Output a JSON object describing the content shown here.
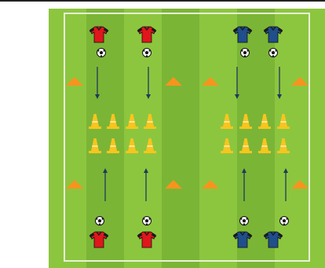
{
  "colors": {
    "pitch_light": "#8cc63f",
    "pitch_dark": "#7bb536",
    "line": "#e8f2d8",
    "team_red": "#e0161c",
    "team_blue": "#1f4f8c",
    "jersey_trim": "#1a1a1a",
    "cone_orange": "#f7941d",
    "cone_yellow": "#f7c51e",
    "arrow": "#1f3a5a"
  },
  "icons": {
    "player": "jersey-icon",
    "ball": "soccer-ball-icon",
    "marker_cone": "flat-cone-icon",
    "tall_cone": "tall-cone-icon",
    "arrow": "arrow-icon"
  },
  "teams": [
    "red",
    "red",
    "blue",
    "blue"
  ],
  "yellow_cone_grid": {
    "groups": 2,
    "rows": 2,
    "columns": 4
  },
  "orange_marker_count": 8,
  "arrows": [
    {
      "team": "red",
      "end": "top",
      "direction": "down"
    },
    {
      "team": "red",
      "end": "top",
      "direction": "down"
    },
    {
      "team": "blue",
      "end": "top",
      "direction": "down"
    },
    {
      "team": "blue",
      "end": "top",
      "direction": "down"
    },
    {
      "team": "red",
      "end": "bottom",
      "direction": "up"
    },
    {
      "team": "red",
      "end": "bottom",
      "direction": "up"
    },
    {
      "team": "blue",
      "end": "bottom",
      "direction": "up"
    },
    {
      "team": "blue",
      "end": "bottom",
      "direction": "up"
    }
  ]
}
